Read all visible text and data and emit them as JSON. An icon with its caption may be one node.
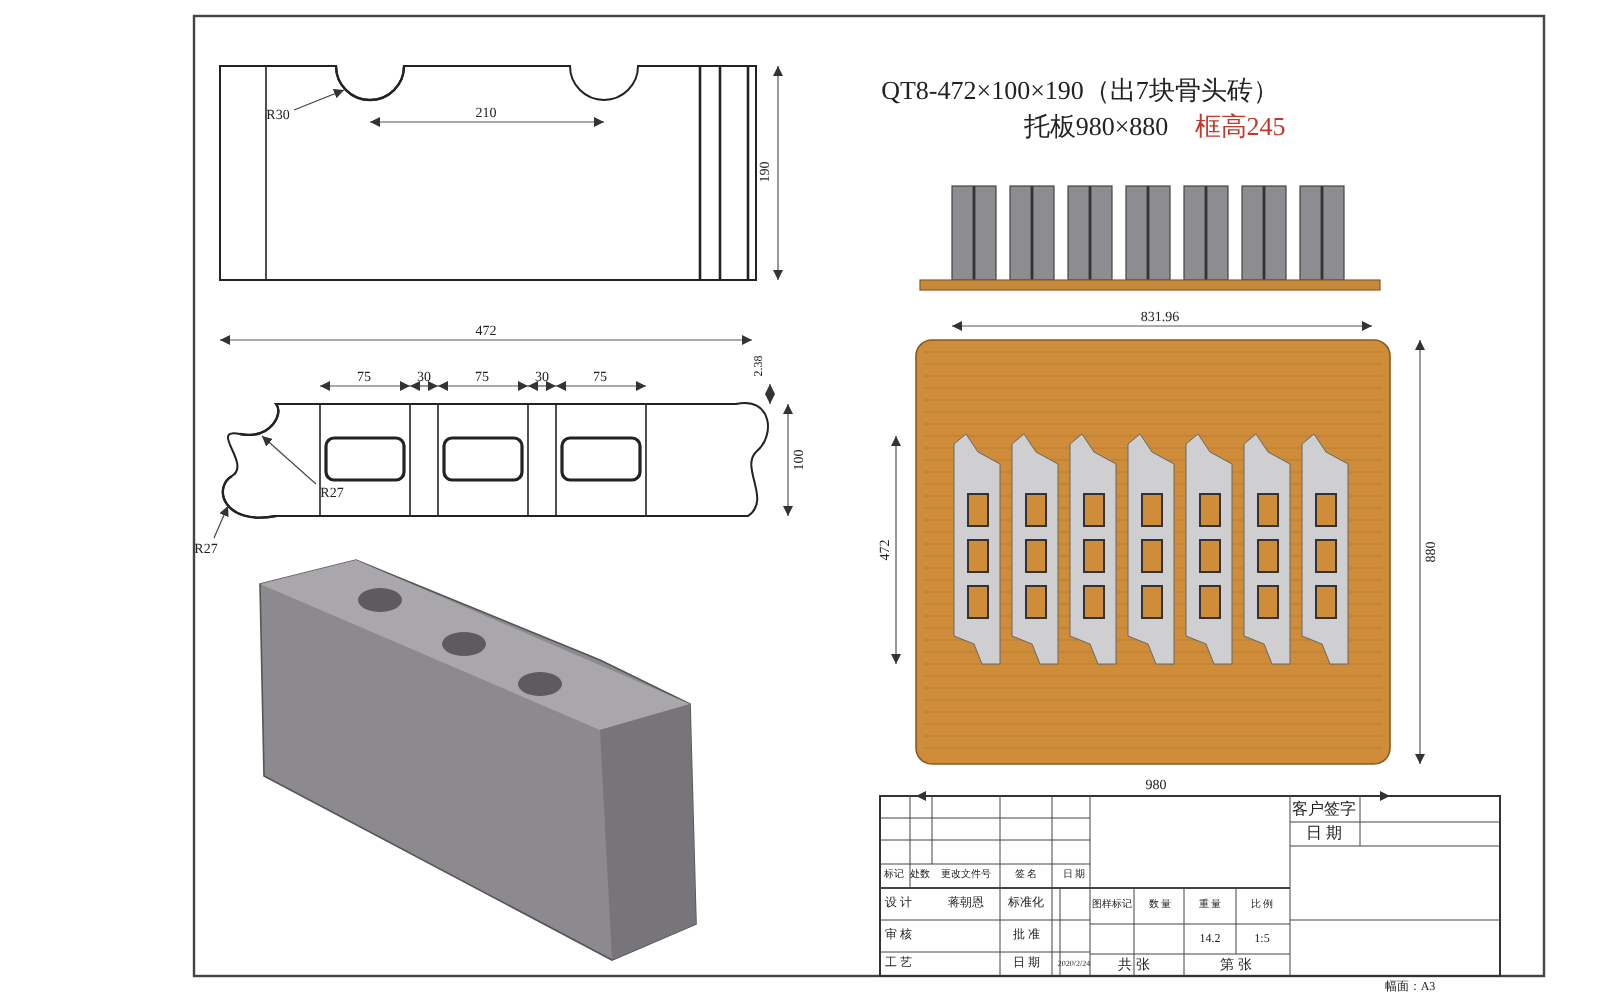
{
  "diagram": {
    "nodes": [
      {
        "text": [
          "R30"
        ]
      },
      {
        "text": [
          "R27"
        ]
      },
      {
        "text": [
          "R27"
        ]
      },
      {
        "text": [],
        "shape": "arc"
      },
      {
        "text": [],
        "shape": "arc"
      },
      {
        "text": [],
        "shape": "arc"
      }
    ],
    "edges": [
      {
        "from": 0,
        "to": 3,
        "arrow": "to"
      },
      {
        "from": 1,
        "to": 4,
        "arrow": "to"
      },
      {
        "from": 2,
        "to": 5,
        "arrow": "to"
      }
    ],
    "labels": [
      "QT8-472×100×190（出7块骨头砖）",
      "托板980×880",
      "框高245",
      "210",
      "190",
      "472",
      "75",
      "30",
      "75",
      "30",
      "75",
      "2.38",
      "100",
      "831.96",
      "472",
      "880",
      "980",
      "客户签字",
      "日 期",
      "标记",
      "处数",
      "更改文件号",
      "签 名",
      "日 期",
      "设 计",
      "蒋朝恩",
      "标准化",
      "图样标记",
      "数 量",
      "重 量",
      "比 例",
      "14.2",
      "1:5",
      "审 核",
      "批 准",
      "工 艺",
      "日 期",
      "2020/2/24",
      "共 张",
      "第 张",
      "幅面：A3"
    ]
  }
}
